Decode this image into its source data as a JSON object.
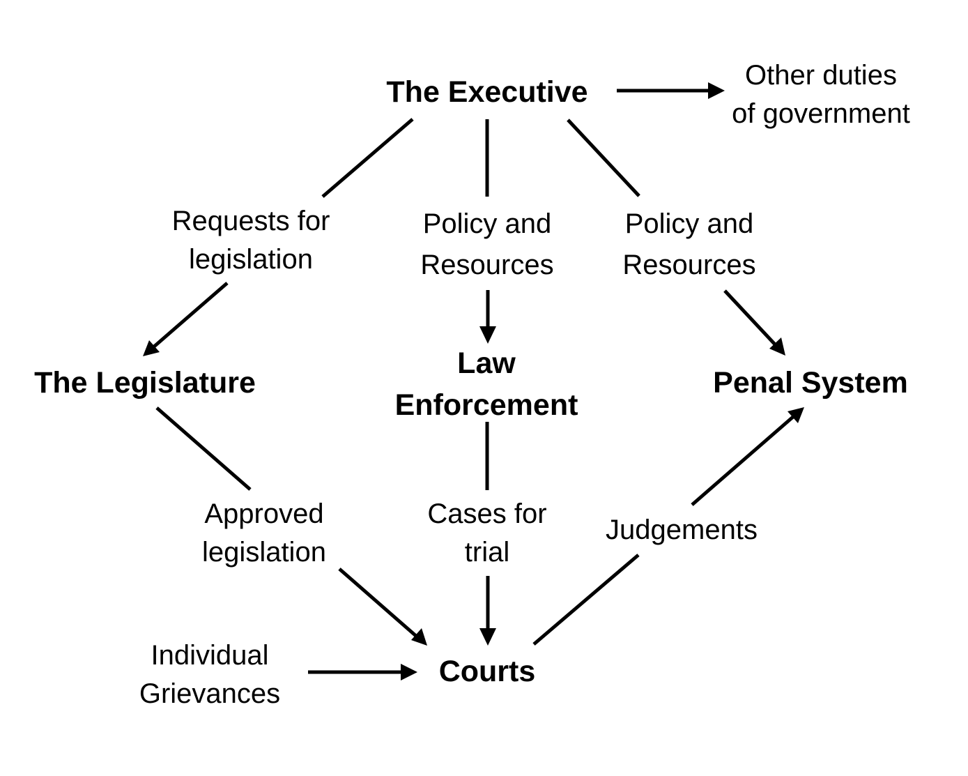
{
  "nodes": {
    "executive": "The Executive",
    "other_duties": "Other duties\nof government",
    "legislature": "The Legislature",
    "law_enforcement": "Law\nEnforcement",
    "penal_system": "Penal System",
    "courts": "Courts",
    "individual_grievances": "Individual\nGrievances"
  },
  "edges": {
    "requests_for_legislation": "Requests for\nlegislation",
    "policy_resources_center": "Policy and\nResources",
    "policy_resources_right": "Policy and\nResources",
    "approved_legislation": "Approved\nlegislation",
    "cases_for_trial": "Cases for\ntrial",
    "judgements": "Judgements"
  }
}
